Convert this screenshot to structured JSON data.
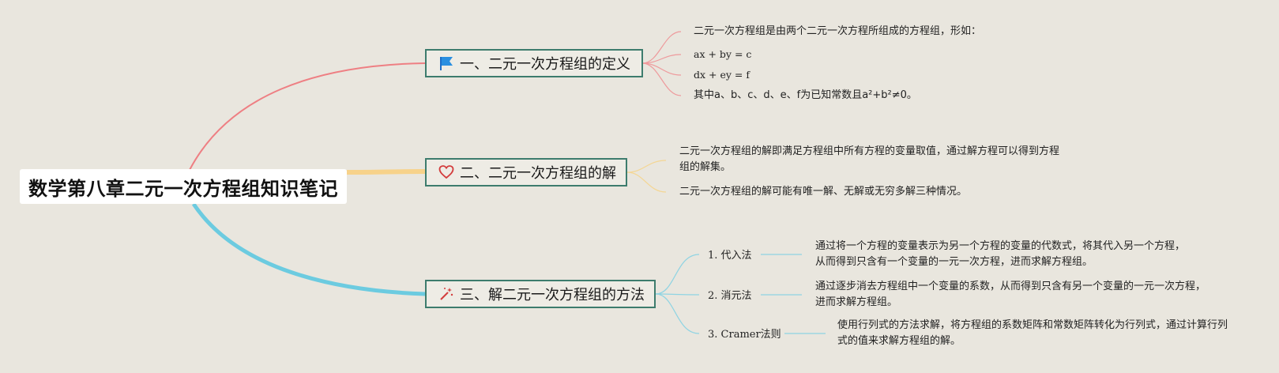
{
  "root": {
    "title": "数学第八章二元一次方程组知识笔记"
  },
  "branches": [
    {
      "label": "一、二元一次方程组的定义",
      "icon": "flag-icon",
      "color": "#ee7f83",
      "notes": [
        "二元一次方程组是由两个二元一次方程所组成的方程组，形如：",
        "ax + by = c",
        "dx + ey = f",
        "其中a、b、c、d、e、f为已知常数且a²+b²≠0。"
      ]
    },
    {
      "label": "二、二元一次方程组的解",
      "icon": "heart-icon",
      "color": "#f7d28a",
      "notes": [
        "二元一次方程组的解即满足方程组中所有方程的变量取值，通过解方程可以得到方程组的解集。",
        "二元一次方程组的解可能有唯一解、无解或无穷多解三种情况。"
      ]
    },
    {
      "label": "三、解二元一次方程组的方法",
      "icon": "magic-wand-icon",
      "color": "#6ccbe0",
      "methods": [
        {
          "name": "1. 代入法",
          "desc": "通过将一个方程的变量表示为另一个方程的变量的代数式，将其代入另一个方程，从而得到只含有一个变量的一元一次方程，进而求解方程组。"
        },
        {
          "name": "2. 消元法",
          "desc": "通过逐步消去方程组中一个变量的系数，从而得到只含有另一个变量的一元一次方程，进而求解方程组。"
        },
        {
          "name": "3. Cramer法则",
          "desc": "使用行列式的方法求解，将方程组的系数矩阵和常数矩阵转化为行列式，通过计算行列式的值来求解方程组的解。"
        }
      ]
    }
  ]
}
